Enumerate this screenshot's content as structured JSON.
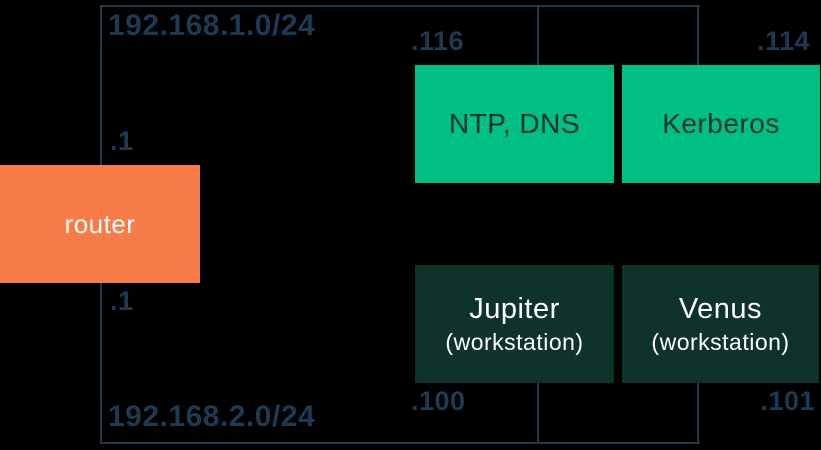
{
  "diagram": {
    "router": {
      "label": "router"
    },
    "subnets": [
      {
        "cidr": "192.168.1.0/24",
        "router_ip": ".1"
      },
      {
        "cidr": "192.168.2.0/24",
        "router_ip": ".1"
      }
    ],
    "servers": [
      {
        "label": "NTP, DNS",
        "ip": ".116"
      },
      {
        "label": "Kerberos",
        "ip": ".114"
      }
    ],
    "workstations": [
      {
        "name": "Jupiter",
        "type": "(workstation)",
        "ip": ".100"
      },
      {
        "name": "Venus",
        "type": "(workstation)",
        "ip": ".101"
      }
    ],
    "colors": {
      "background": "#000000",
      "line": "#1d3a52",
      "label_text": "#1d3a52",
      "router_bg": "#f87c47",
      "server_bg": "#00bf82",
      "workstation_bg": "#0e332b",
      "server_text": "#0e332b",
      "light_text": "#ffffff"
    }
  }
}
